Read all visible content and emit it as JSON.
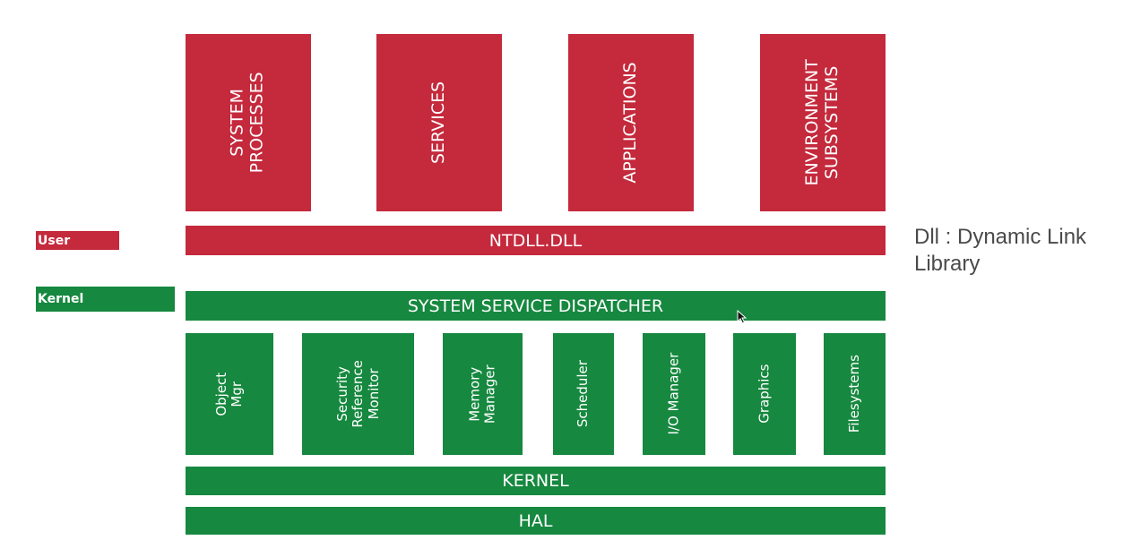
{
  "user_mode": {
    "label": "User",
    "blocks": [
      "SYSTEM\nPROCESSES",
      "SERVICES",
      "APPLICATIONS",
      "ENVIRONMENT\nSUBSYSTEMS"
    ],
    "ntdll": "NTDLL.DLL"
  },
  "kernel_mode": {
    "label": "Kernel",
    "dispatcher": "SYSTEM SERVICE DISPATCHER",
    "modules": [
      "Object\nMgr",
      "Security\nReference\nMonitor",
      "Memory\nManager",
      "Scheduler",
      "I/O Manager",
      "Graphics",
      "Filesystems"
    ],
    "kernel": "KERNEL",
    "hal": "HAL"
  },
  "note": "Dll : Dynamic Link Library",
  "colors": {
    "user": "#c4293c",
    "kernel": "#16883f",
    "note": "#4a4a4a"
  }
}
